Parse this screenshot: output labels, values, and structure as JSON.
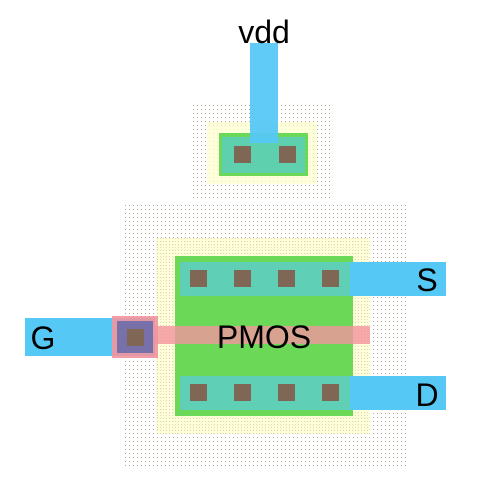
{
  "labels": {
    "vdd": "vdd",
    "source": "S",
    "gate": "G",
    "drain": "D",
    "device": "PMOS"
  },
  "colors": {
    "metal": "#56c8f5",
    "active": "#6bd957",
    "poly": "#f4939f",
    "contact": "#7f6655",
    "nwell_dots": "#b7a58f",
    "select_fill": "#ffffd0",
    "select_outline": "#f1f0a8",
    "gate_contact_fill": "#7870a8"
  }
}
